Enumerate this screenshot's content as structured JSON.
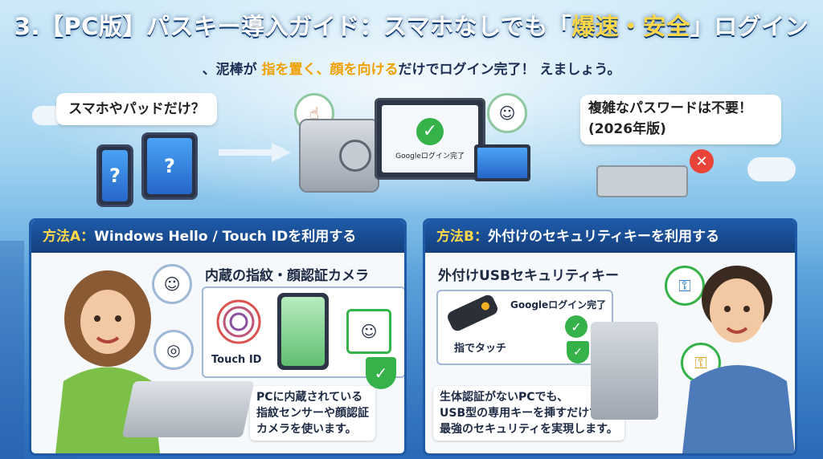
{
  "header": {
    "title_pre": "3.【PC版】パスキー導入ガイド：スマホなしでも「",
    "title_hl": "爆速・安全",
    "title_post": "」ログイン",
    "sub_pre": "、泥棒が ",
    "sub_hl": "指を置く、顔を向ける",
    "sub_post": "だけでログイン完了！ えましょう。"
  },
  "top": {
    "left_bubble": "スマホやパッドだけ？",
    "right_bubble_line1": "複雑なパスワードは不要！",
    "right_bubble_line2": "(2026年版)",
    "phone_q": "?",
    "tablet_q": "?",
    "monitor_check": "✓",
    "monitor_label": "Googleログイン完了",
    "error_x": "✕"
  },
  "methodA": {
    "label_prefix": "方法A：",
    "label_rest": "Windows Hello / Touch IDを利用する",
    "subheading": "内蔵の指紋・顔認証カメラ",
    "touch_id": "Touch ID",
    "desc_line1": "PCに内蔵されている",
    "desc_line2": "指紋センサーや顔認証",
    "desc_line3": "カメラを使います。",
    "shield": "✓"
  },
  "methodB": {
    "label_prefix": "方法B：",
    "label_rest": "外付けのセキュリティキーを利用する",
    "subheading": "外付けUSBセキュリティキー",
    "login_done": "Googleログイン完了",
    "touch_label": "指でタッチ",
    "desc_line1": "生体認証がないPCでも、",
    "desc_line2": "USB型の専用キーを挿すだけで",
    "desc_line3": "最強のセキュリティを実現します。",
    "check": "✓"
  },
  "colors": {
    "accent_blue": "#1e5aa8",
    "highlight_yellow": "#ffd84a",
    "success_green": "#36b24a",
    "error_red": "#e8443a"
  }
}
